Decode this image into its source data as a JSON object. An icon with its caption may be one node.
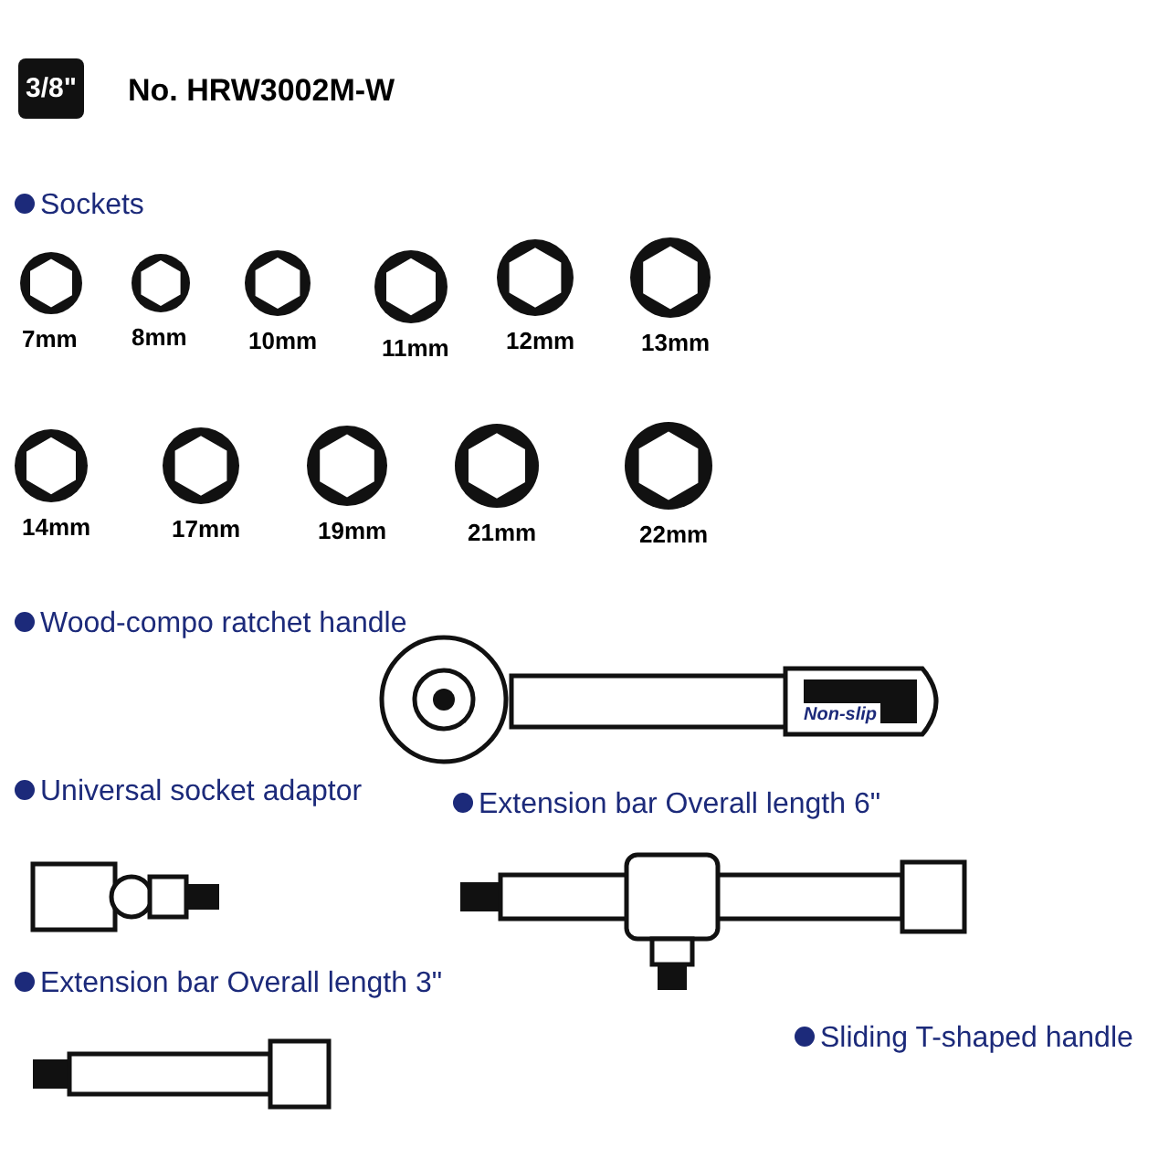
{
  "diagram": {
    "title": "No. HRW3002M-W",
    "labels": [
      "3/8\"",
      "Sockets",
      "7mm",
      "8mm",
      "10mm",
      "11mm",
      "12mm",
      "13mm",
      "14mm",
      "17mm",
      "19mm",
      "21mm",
      "22mm",
      "Wood-compo ratchet handle",
      "Non-slip",
      "Universal socket adaptor",
      "Extension bar Overall length 6\"",
      "Extension bar Overall length 3\"",
      "Sliding T-shaped handle"
    ]
  }
}
